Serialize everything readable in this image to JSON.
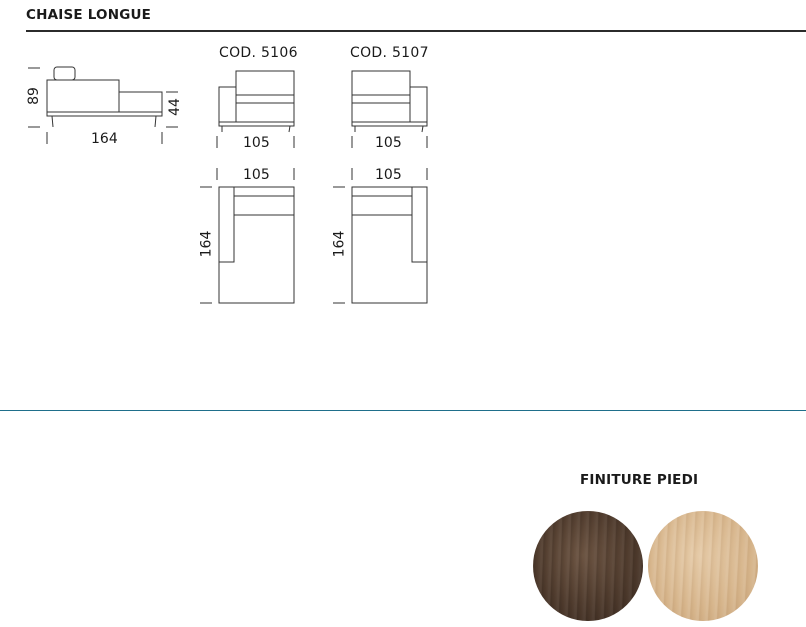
{
  "header": {
    "title": "CHAISE LONGUE"
  },
  "side_view": {
    "height_label": "89",
    "seat_height_label": "44",
    "length_label": "164"
  },
  "models": [
    {
      "code": "COD. 5106",
      "front_width_label": "105",
      "top_width_label": "105",
      "top_depth_label": "164"
    },
    {
      "code": "COD. 5107",
      "front_width_label": "105",
      "top_width_label": "105",
      "top_depth_label": "164"
    }
  ],
  "finishes": {
    "title": "FINITURE PIEDI",
    "swatches": [
      {
        "name": "dark-wood",
        "color": "#4e3a2c"
      },
      {
        "name": "light-oak",
        "color": "#d6b48a"
      }
    ]
  },
  "colors": {
    "divider": "#1f6f8b"
  }
}
